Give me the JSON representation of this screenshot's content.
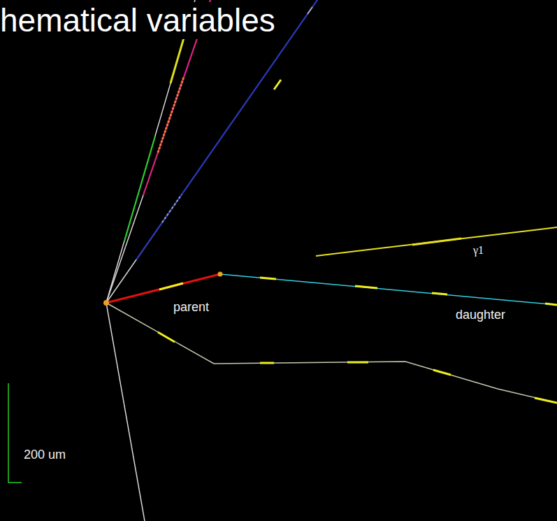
{
  "diagram": {
    "title": "hematical variables",
    "labels": [
      "parent",
      "daughter",
      "γ1",
      "200 um"
    ]
  }
}
